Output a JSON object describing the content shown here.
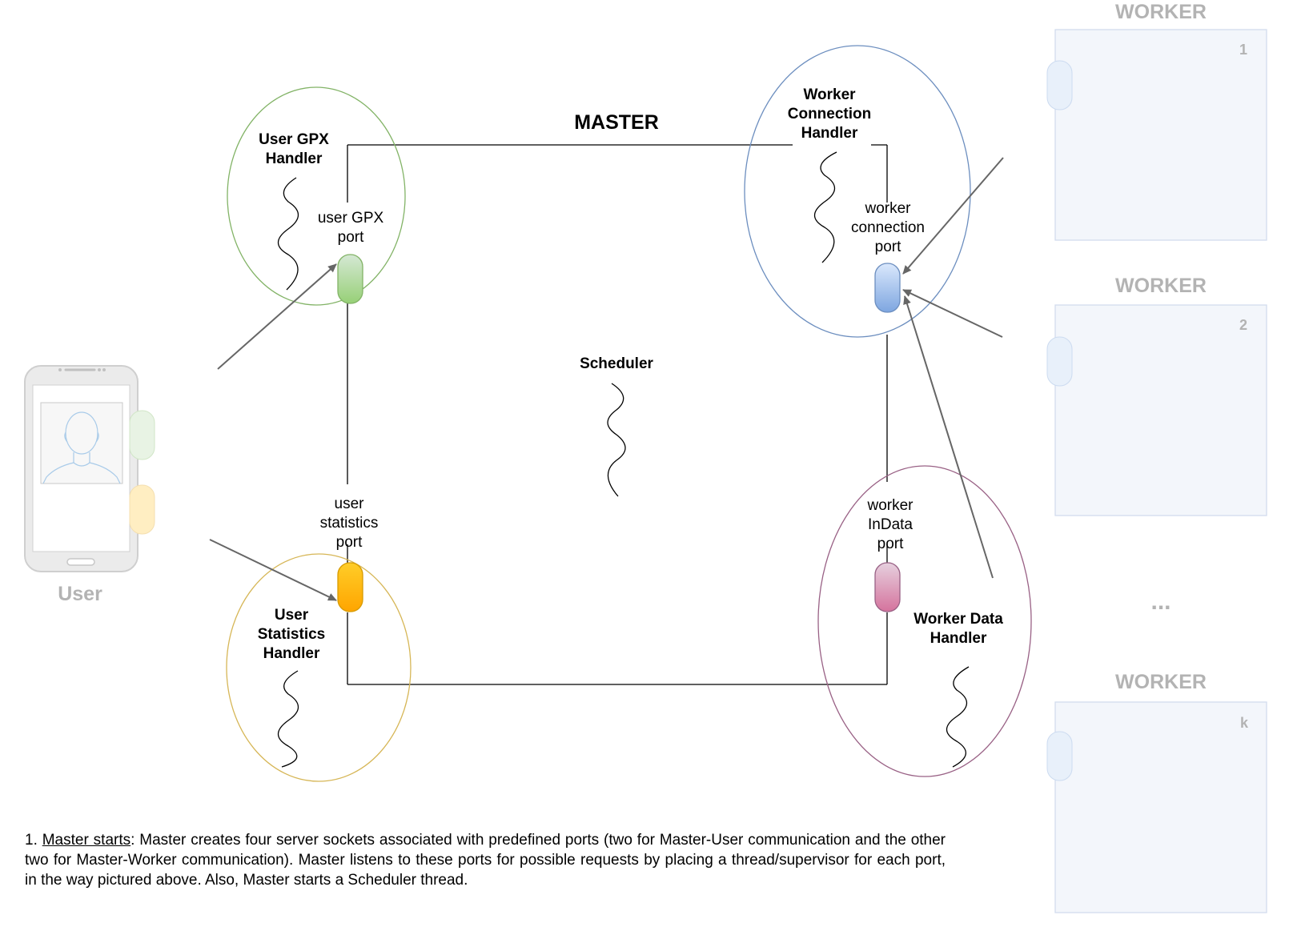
{
  "master": {
    "title": "MASTER",
    "scheduler_label": "Scheduler"
  },
  "handlers": {
    "user_gpx": "User GPX Handler",
    "worker_connection": "Worker Connection Handler",
    "user_statistics": "User Statistics Handler",
    "worker_data": "Worker Data Handler"
  },
  "ports": {
    "user_gpx": "user GPX port",
    "worker_connection": "worker connection port",
    "user_statistics": "user statistics port",
    "worker_indata": "worker InData port"
  },
  "user": {
    "label": "User"
  },
  "workers": [
    {
      "title": "WORKER",
      "index": "1"
    },
    {
      "title": "WORKER",
      "index": "2"
    },
    {
      "title": "WORKER",
      "index": "k"
    }
  ],
  "ellipsis": "...",
  "note": {
    "number": "1.",
    "heading": "Master starts",
    "body": ": Master creates four server sockets associated with predefined ports (two for Master-User communication and the other two for Master-Worker communication). Master listens to these ports for possible requests by placing a thread/supervisor for each port, in the way pictured above. Also, Master starts a Scheduler thread."
  },
  "colors": {
    "gpx": "#82b366",
    "stats": "#d6b656",
    "worker_conn": "#6c8ebf",
    "worker_data": "#996185",
    "arrow": "#666666",
    "faded": "#b3b3b3"
  }
}
